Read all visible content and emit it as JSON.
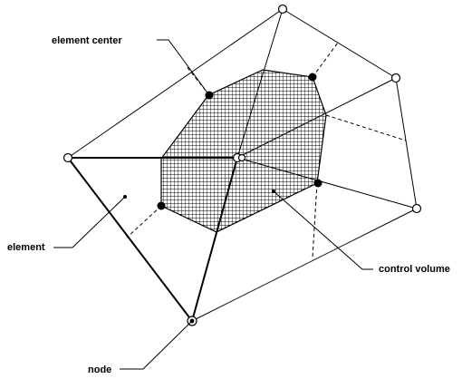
{
  "labels": {
    "element_center": "element center",
    "element": "element",
    "control_volume": "control volume",
    "node": "node"
  },
  "colors": {
    "line": "#000000",
    "hatch": "#000000",
    "open_node_fill": "#ffffff",
    "filled_marker": "#000000"
  }
}
